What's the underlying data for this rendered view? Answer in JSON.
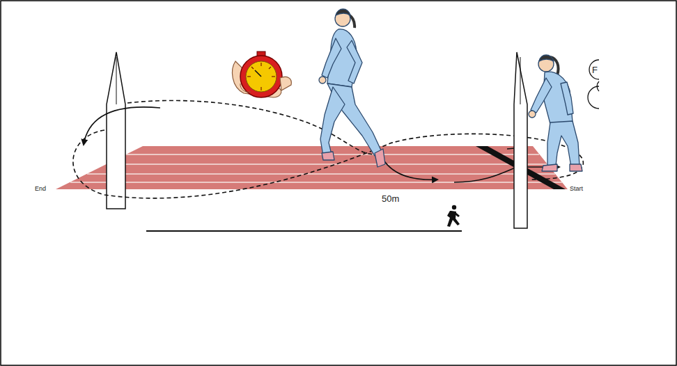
{
  "diagram": {
    "labels": [
      "End",
      "Start",
      "50m",
      "F"
    ]
  }
}
